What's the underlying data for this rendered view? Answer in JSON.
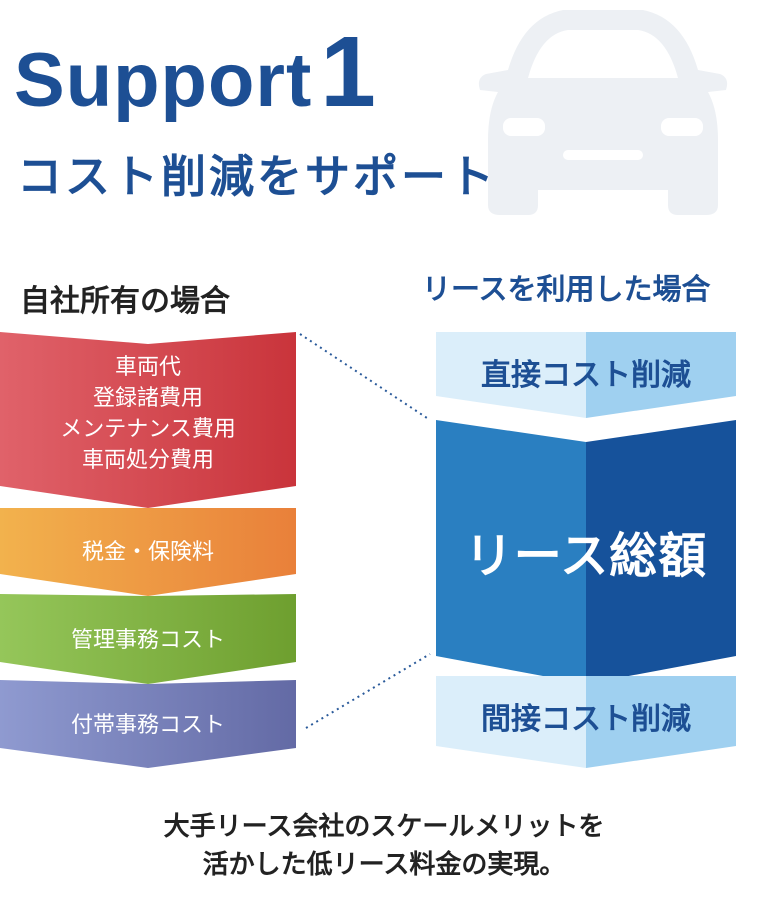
{
  "hero": {
    "title_word": "Support",
    "title_number": "1",
    "subtitle": "コスト削減をサポート"
  },
  "own_case": {
    "heading": "自社所有の場合",
    "blocks": [
      {
        "lines": [
          "車両代",
          "登録諸費用",
          "メンテナンス費用",
          "車両処分費用"
        ],
        "color": "#d23a41"
      },
      {
        "label": "税金・保険料",
        "color": "#ec8a33"
      },
      {
        "label": "管理事務コスト",
        "color": "#7aab36"
      },
      {
        "label": "付帯事務コスト",
        "color": "#6b70ab"
      }
    ]
  },
  "lease_case": {
    "heading": "リースを利用した場合",
    "direct_reduction": "直接コスト削減",
    "total": "リース総額",
    "indirect_reduction": "間接コスト削減"
  },
  "footer": {
    "line1": "大手リース会社のスケールメリットを",
    "line2": "活かした低リース料金の実現。"
  },
  "colors": {
    "brand_blue": "#1d4f94",
    "light_blue": "#b5dcf3",
    "mid_blue": "#2a7fc1",
    "dark_blue": "#16529b"
  }
}
